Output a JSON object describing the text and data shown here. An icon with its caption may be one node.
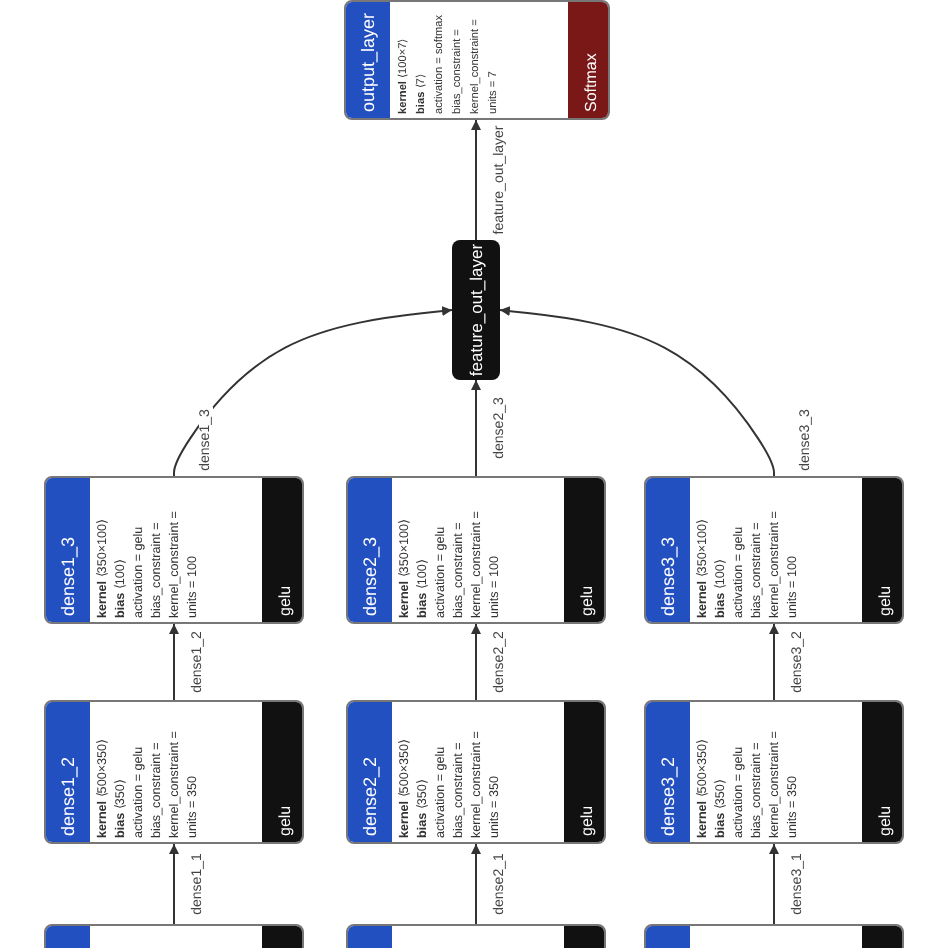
{
  "diagram": {
    "nodes": [
      {
        "text": [
          "output_layer",
          "**kernel** ⟨100×7⟩",
          "**bias** ⟨7⟩",
          "activation = softmax",
          "bias_constraint =",
          "kernel_constraint =",
          "units = 7",
          "Softmax"
        ]
      },
      {
        "text": [
          "feature_out_layer"
        ]
      },
      {
        "text": [
          "dense1_3",
          "**kernel** ⟨350×100⟩",
          "**bias** ⟨100⟩",
          "activation = gelu",
          "bias_constraint =",
          "kernel_constraint =",
          "units = 100",
          "gelu"
        ]
      },
      {
        "text": [
          "dense2_3",
          "**kernel** ⟨350×100⟩",
          "**bias** ⟨100⟩",
          "activation = gelu",
          "bias_constraint =",
          "kernel_constraint =",
          "units = 100",
          "gelu"
        ]
      },
      {
        "text": [
          "dense3_3",
          "**kernel** ⟨350×100⟩",
          "**bias** ⟨100⟩",
          "activation = gelu",
          "bias_constraint =",
          "kernel_constraint =",
          "units = 100",
          "gelu"
        ]
      },
      {
        "text": [
          "dense1_2",
          "**kernel** ⟨500×350⟩",
          "**bias** ⟨350⟩",
          "activation = gelu",
          "bias_constraint =",
          "kernel_constraint =",
          "units = 350",
          "gelu"
        ]
      },
      {
        "text": [
          "dense2_2",
          "**kernel** ⟨500×350⟩",
          "**bias** ⟨350⟩",
          "activation = gelu",
          "bias_constraint =",
          "kernel_constraint =",
          "units = 350",
          "gelu"
        ]
      },
      {
        "text": [
          "dense3_2",
          "**kernel** ⟨500×350⟩",
          "**bias** ⟨350⟩",
          "activation = gelu",
          "bias_constraint =",
          "kernel_constraint =",
          "units = 350",
          "gelu"
        ]
      },
      {
        "text": [],
        "shape": "box"
      },
      {
        "text": [],
        "shape": "box"
      },
      {
        "text": [],
        "shape": "box"
      }
    ],
    "edges": [
      {
        "from": 1,
        "to": 0,
        "arrow": "to",
        "label": "feature_out_layer"
      },
      {
        "from": 2,
        "to": 1,
        "arrow": "to",
        "label": "dense1_3"
      },
      {
        "from": 3,
        "to": 1,
        "arrow": "to",
        "label": "dense2_3"
      },
      {
        "from": 4,
        "to": 1,
        "arrow": "to",
        "label": "dense3_3"
      },
      {
        "from": 5,
        "to": 2,
        "arrow": "to",
        "label": "dense1_2"
      },
      {
        "from": 6,
        "to": 3,
        "arrow": "to",
        "label": "dense2_2"
      },
      {
        "from": 7,
        "to": 4,
        "arrow": "to",
        "label": "dense3_2"
      },
      {
        "from": 8,
        "to": 5,
        "arrow": "to",
        "label": "dense1_1"
      },
      {
        "from": 9,
        "to": 6,
        "arrow": "to",
        "label": "dense2_1"
      },
      {
        "from": 10,
        "to": 7,
        "arrow": "to",
        "label": "dense3_1"
      }
    ]
  }
}
